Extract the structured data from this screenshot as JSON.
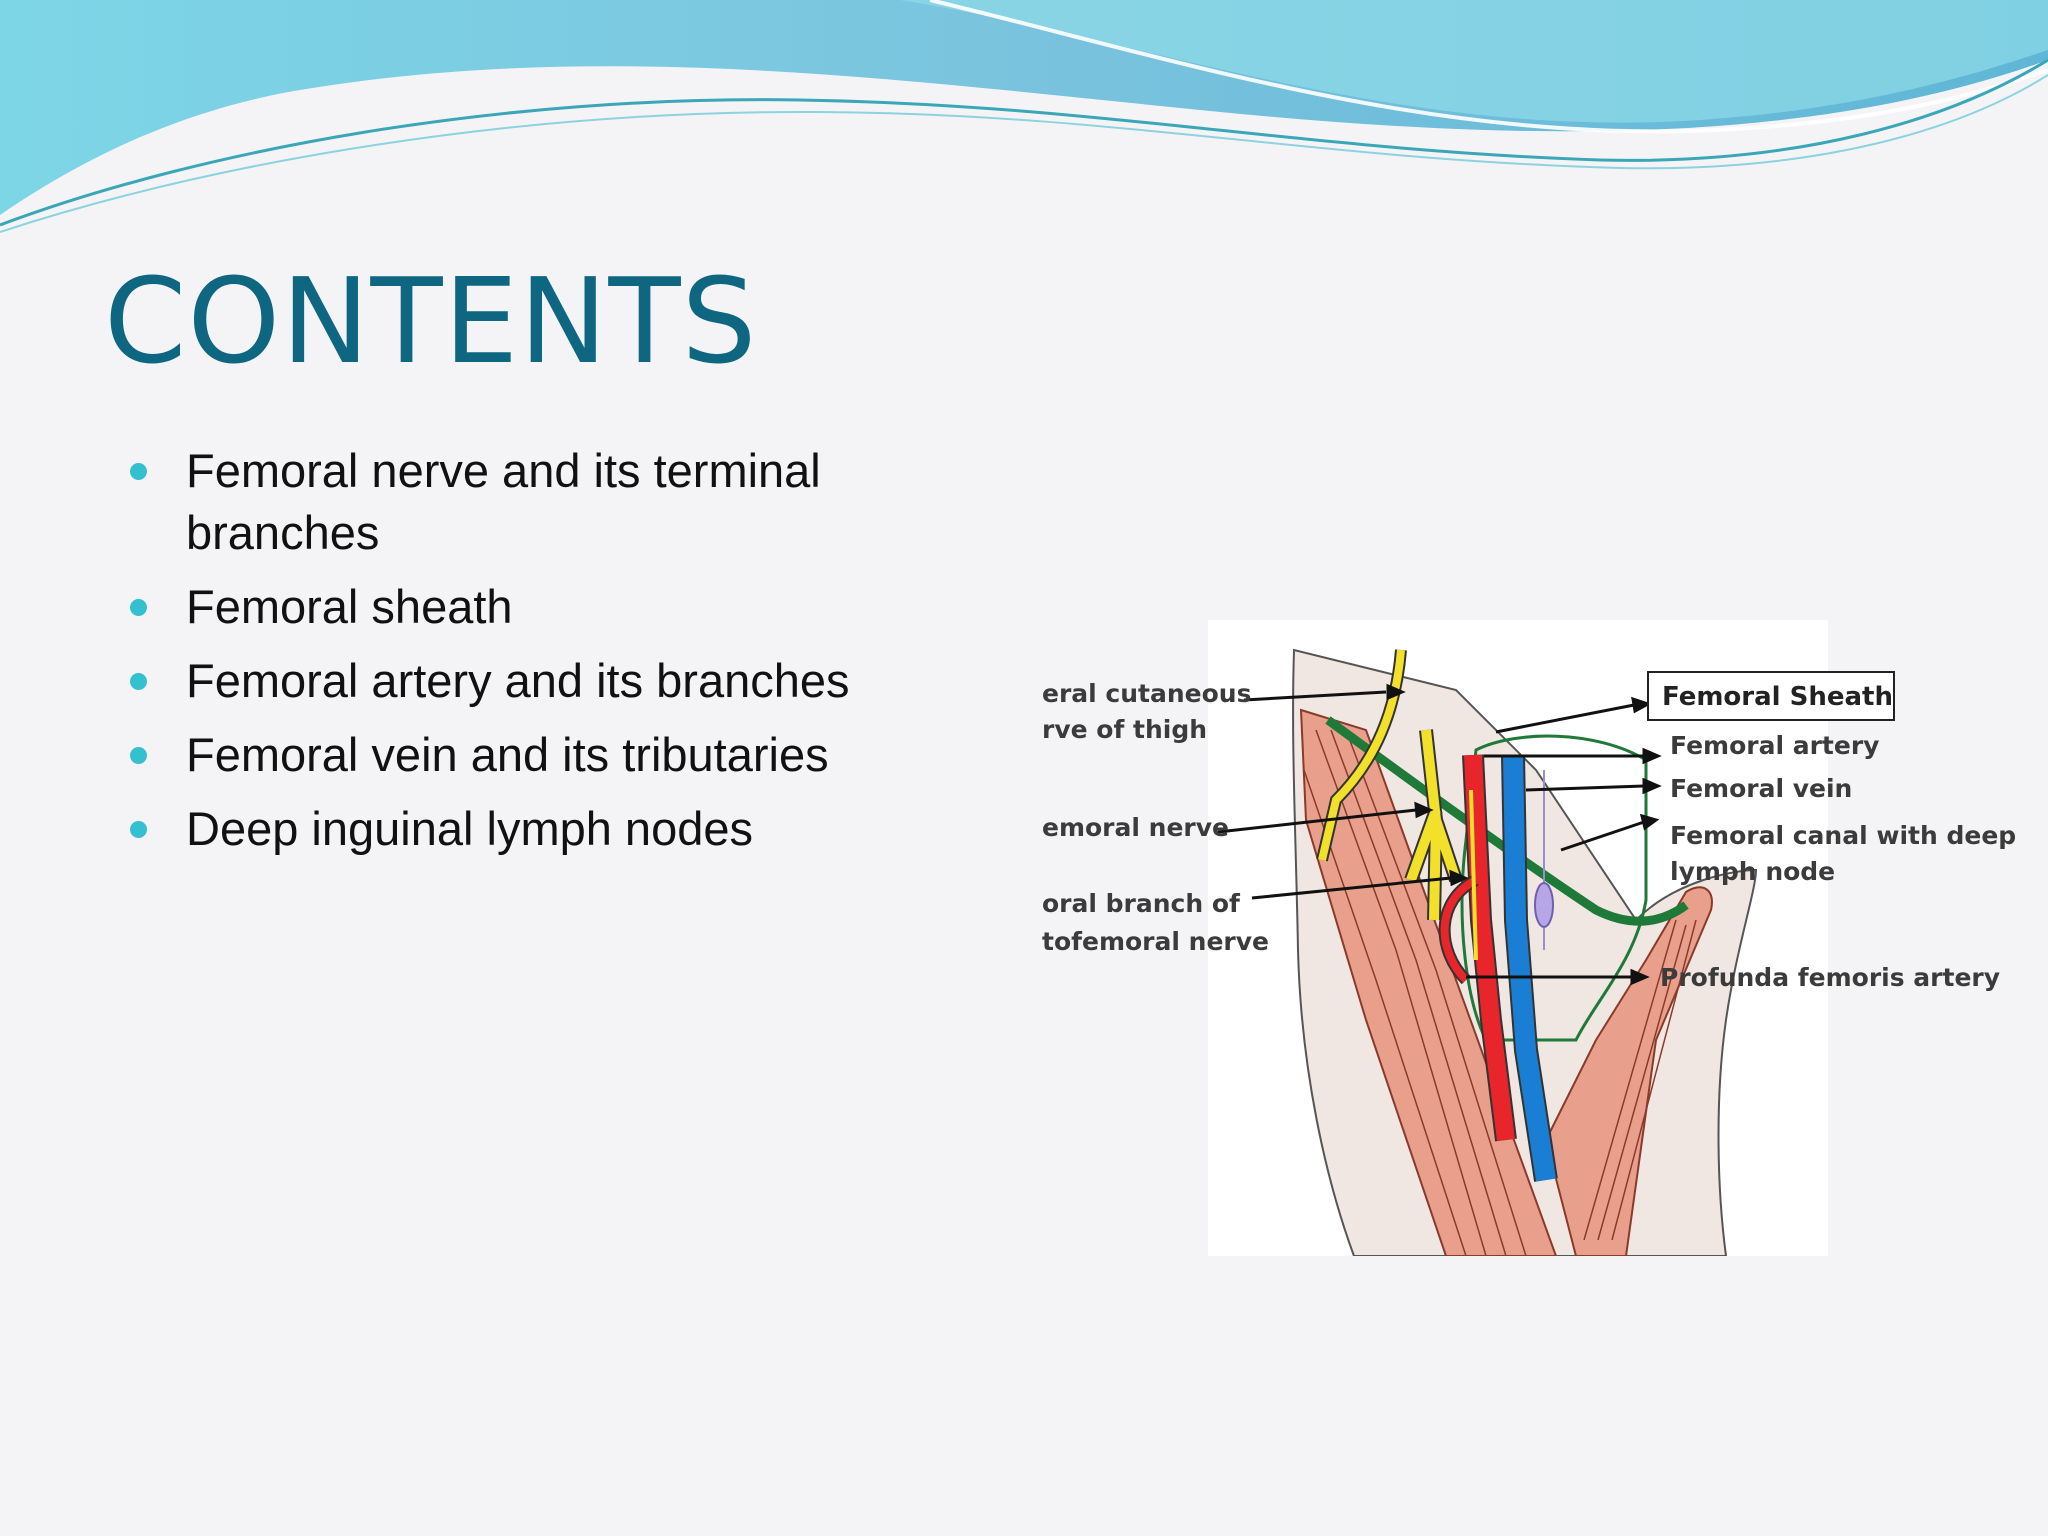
{
  "slide": {
    "title": "CONTENTS",
    "bullets": [
      "Femoral nerve and its terminal branches",
      "Femoral sheath",
      "Femoral artery and its branches",
      "Femoral vein and its tributaries",
      "Deep inguinal lymph nodes"
    ]
  },
  "figure": {
    "labels": {
      "lateral_cutaneous_1": "eral cutaneous",
      "lateral_cutaneous_2": "rve of thigh",
      "femoral_nerve": "emoral nerve",
      "genito_1": "oral branch of",
      "genito_2": "tofemoral nerve",
      "femoral_sheath": "Femoral Sheath",
      "femoral_artery": "Femoral artery",
      "femoral_vein": "Femoral vein",
      "femoral_canal_1": "Femoral canal with deep in",
      "femoral_canal_2": "lymph node",
      "profunda": "Profunda femoris artery"
    }
  },
  "colors": {
    "title": "#0f6680",
    "bullet": "#35c0cf",
    "artery": "#e8252b",
    "vein": "#1a7fd4",
    "nerve": "#f2e02a",
    "sheath": "#1f7a3a",
    "muscle": "#e8a08c"
  }
}
